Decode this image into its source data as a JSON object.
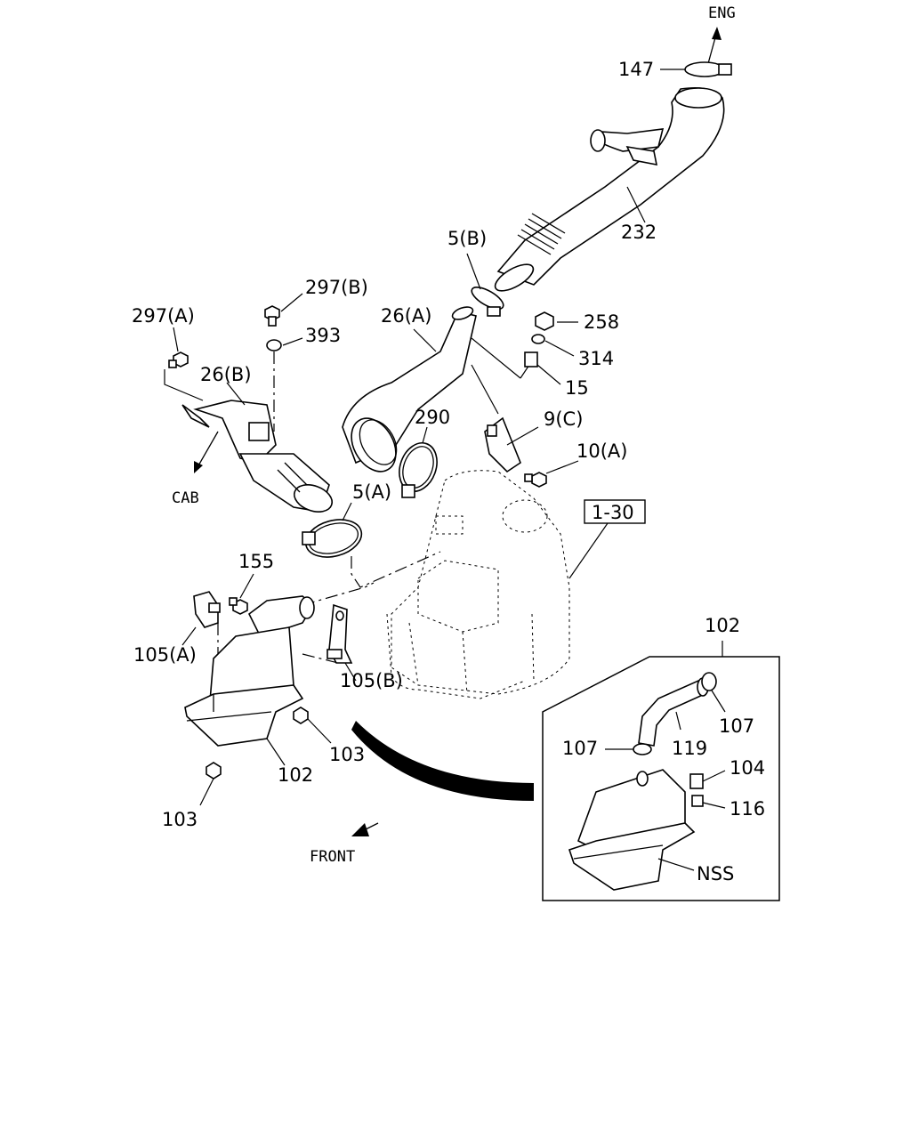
{
  "labels": {
    "eng": "ENG",
    "cab": "CAB",
    "front": "FRONT",
    "p147": "147",
    "p232": "232",
    "p5b": "5(B)",
    "p297b": "297(B)",
    "p297a": "297(A)",
    "p393": "393",
    "p26a": "26(A)",
    "p258": "258",
    "p314": "314",
    "p15": "15",
    "p26b": "26(B)",
    "p290": "290",
    "p9c": "9(C)",
    "p10a": "10(A)",
    "p5a": "5(A)",
    "p130": "1-30",
    "p155": "155",
    "p105a": "105(A)",
    "p105b": "105(B)",
    "p103a": "103",
    "p102a": "102",
    "p103b": "103",
    "p102b": "102",
    "p107a": "107",
    "p119": "119",
    "p107b": "107",
    "p104": "104",
    "p116": "116",
    "nss": "NSS"
  }
}
